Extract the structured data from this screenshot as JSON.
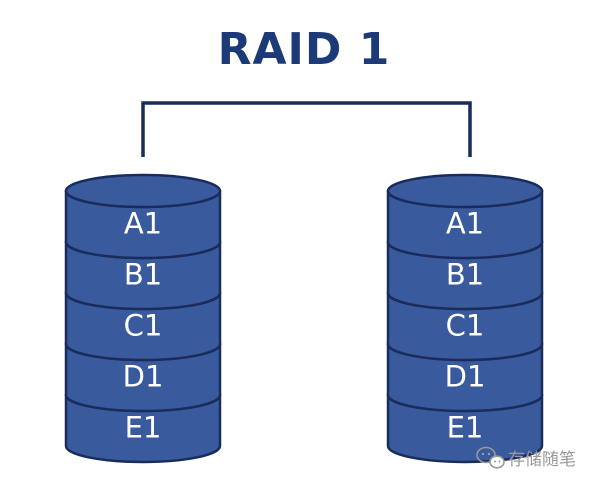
{
  "title": "RAID 1",
  "colors": {
    "title": "#1c3a78",
    "disk_fill": "#3a5a9e",
    "disk_stroke": "#1a2c5c",
    "label": "#ffffff",
    "connector": "#1a2c5c",
    "watermark": "#9a9a9a"
  },
  "disks": [
    {
      "name": "disk-1",
      "blocks": [
        "A1",
        "B1",
        "C1",
        "D1",
        "E1"
      ]
    },
    {
      "name": "disk-2",
      "blocks": [
        "A1",
        "B1",
        "C1",
        "D1",
        "E1"
      ]
    }
  ],
  "watermark": {
    "icon": "wechat-icon",
    "text": "存储随笔"
  }
}
